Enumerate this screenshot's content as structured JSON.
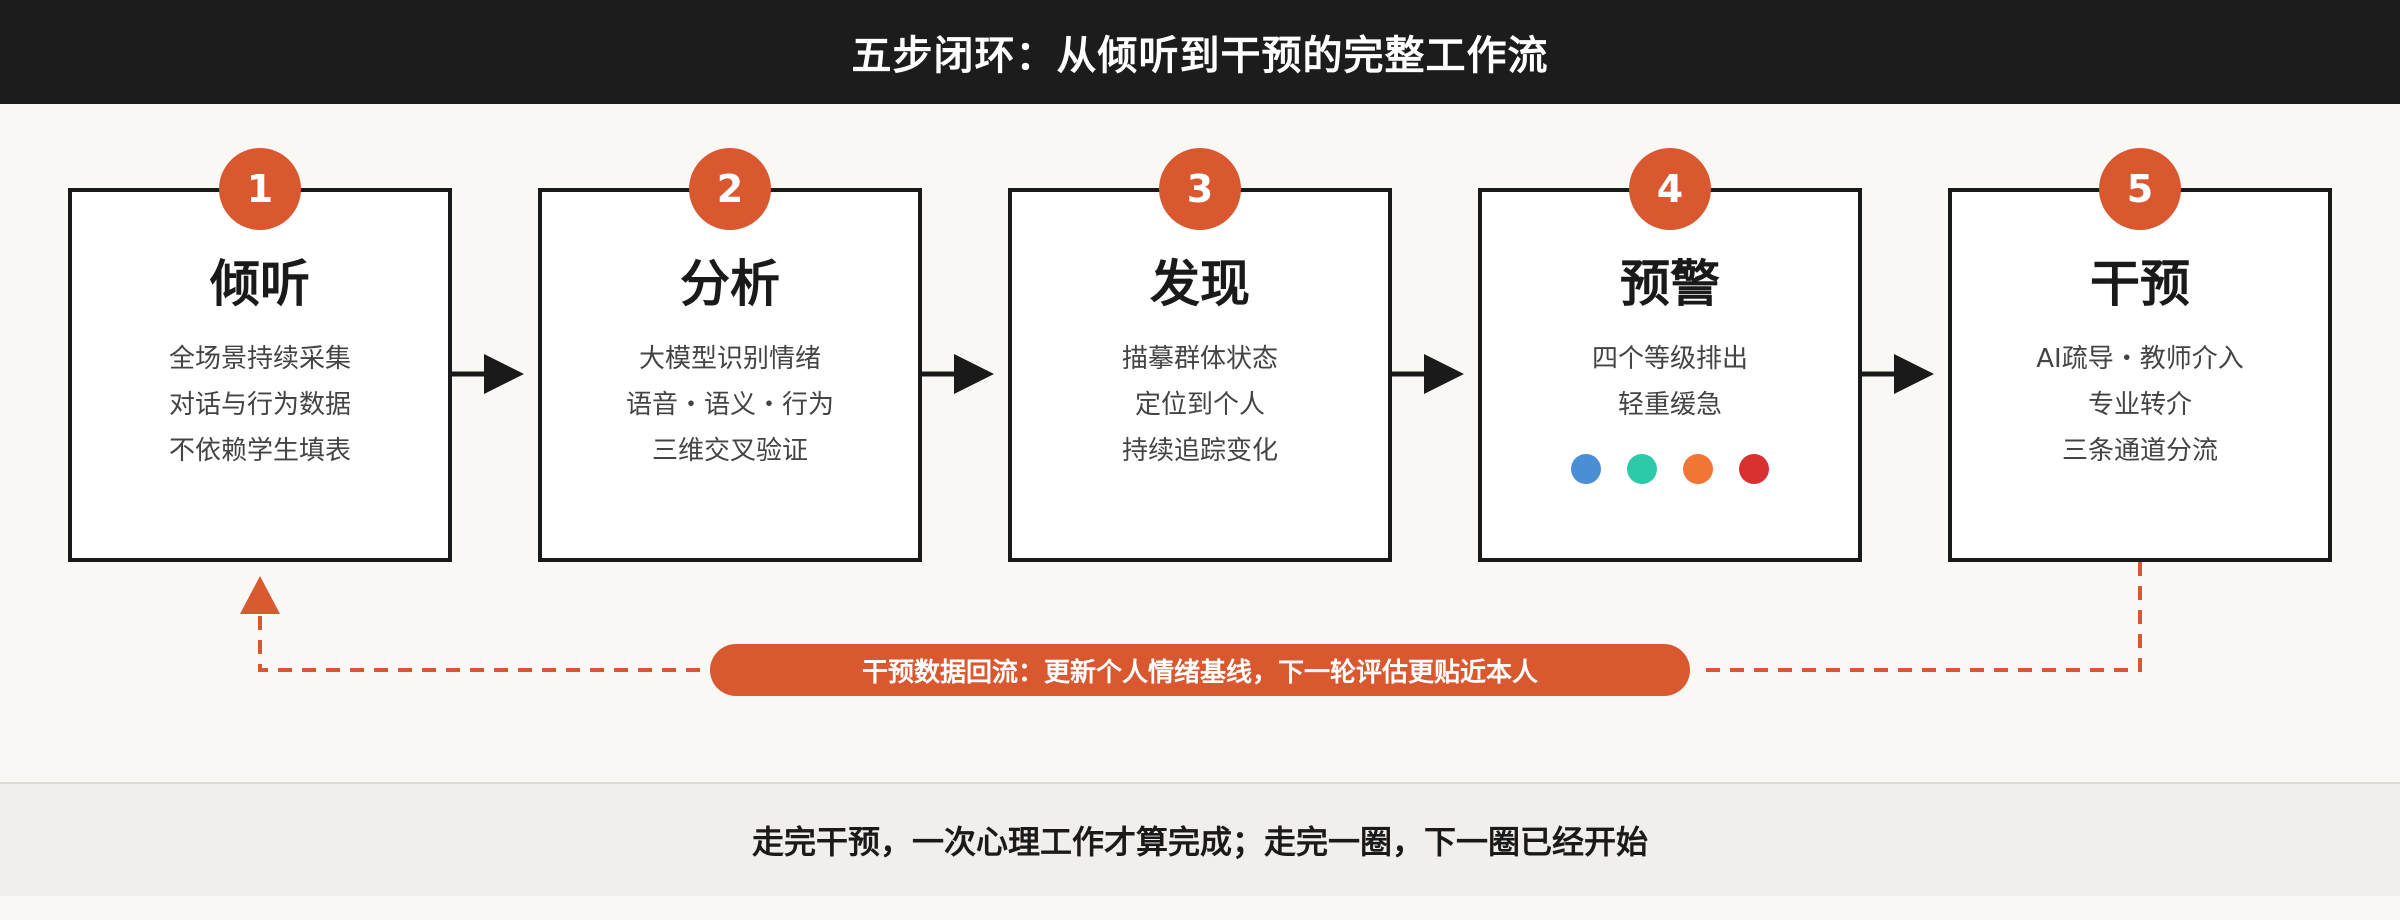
{
  "title": "五步闭环：从倾听到干预的完整工作流",
  "steps": [
    {
      "number": "1",
      "heading": "倾听",
      "lines": [
        "全场景持续采集",
        "对话与行为数据",
        "不依赖学生填表"
      ]
    },
    {
      "number": "2",
      "heading": "分析",
      "lines": [
        "大模型识别情绪",
        "语音・语义・行为",
        "三维交叉验证"
      ]
    },
    {
      "number": "3",
      "heading": "发现",
      "lines": [
        "描摹群体状态",
        "定位到个人",
        "持续追踪变化"
      ]
    },
    {
      "number": "4",
      "heading": "预警",
      "lines": [
        "四个等级排出",
        "轻重缓急"
      ]
    },
    {
      "number": "5",
      "heading": "干预",
      "lines": [
        "AI疏导・教师介入",
        "专业转介",
        "三条通道分流"
      ]
    }
  ],
  "warning_level_colors": [
    "#4a8fd6",
    "#2ec9a8",
    "#f27535",
    "#d93030"
  ],
  "feedback": "干预数据回流：更新个人情绪基线，下一轮评估更贴近本人",
  "footer": "走完干预，一次心理工作才算完成；走完一圈，下一圈已经开始",
  "colors": {
    "accent": "#d9582f",
    "dark": "#1c1c1c",
    "border": "#1a1a1a"
  }
}
